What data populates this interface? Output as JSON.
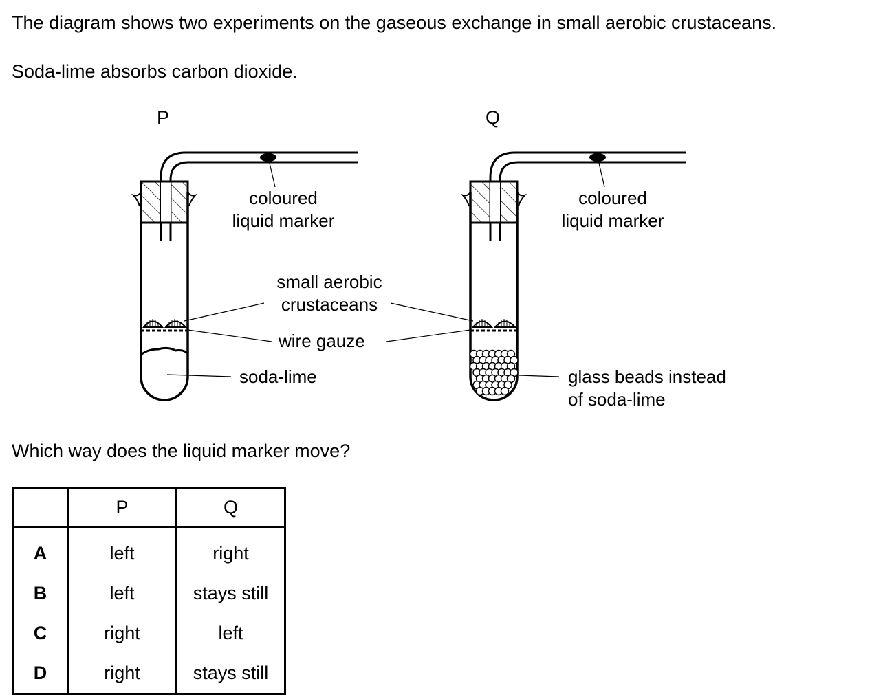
{
  "question": {
    "intro": "The diagram shows two experiments on the gaseous exchange in small aerobic crustaceans.",
    "fact": "Soda-lime absorbs carbon dioxide.",
    "prompt": "Which way does the liquid marker move?"
  },
  "diagram": {
    "tube_p_label": "P",
    "tube_q_label": "Q",
    "marker_label_p": [
      "coloured",
      "liquid marker"
    ],
    "marker_label_q": [
      "coloured",
      "liquid marker"
    ],
    "crustaceans_label": [
      "small aerobic",
      "crustaceans"
    ],
    "gauze_label": "wire gauze",
    "sodalime_label": "soda-lime",
    "beads_label": [
      "glass beads instead",
      "of soda-lime"
    ]
  },
  "answer_table": {
    "headers": [
      "",
      "P",
      "Q"
    ],
    "rows": [
      {
        "option": "A",
        "p": "left",
        "q": "right"
      },
      {
        "option": "B",
        "p": "left",
        "q": "stays still"
      },
      {
        "option": "C",
        "p": "right",
        "q": "left"
      },
      {
        "option": "D",
        "p": "right",
        "q": "stays still"
      }
    ]
  }
}
